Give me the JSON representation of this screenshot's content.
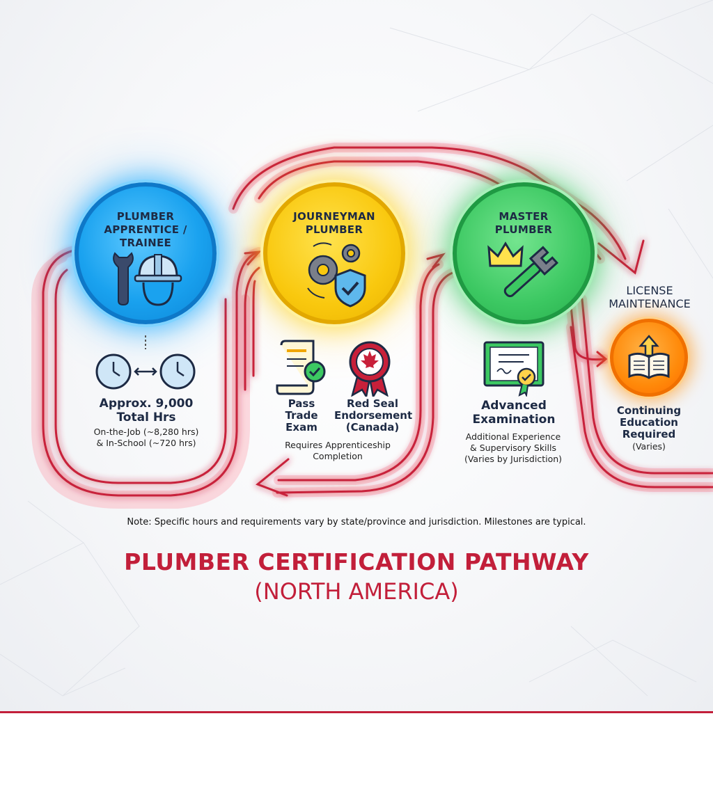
{
  "diagram": {
    "title": "PLUMBER CERTIFICATION PATHWAY",
    "subtitle": "(NORTH AMERICA)",
    "note": "Note: Specific hours and requirements vary by state/province and jurisdiction. Milestones are typical."
  },
  "stages": [
    {
      "title": "PLUMBER\nAPPRENTICE /\nTRAINEE",
      "color": "#1aa2ef",
      "icons": [
        "wrench-icon",
        "hard-hat-icon"
      ],
      "milestone": {
        "icon": "clock-pair-icon",
        "heading": "Approx. 9,000\nTotal Hrs",
        "detail": "On-the-Job (~8,280 hrs)\n& In-School (~720 hrs)"
      }
    },
    {
      "title": "JOURNEYMAN\nPLUMBER",
      "color": "#f9c80e",
      "icons": [
        "gears-icon",
        "shield-check-icon"
      ],
      "milestones": [
        {
          "icon": "scroll-check-icon",
          "heading": "Pass\nTrade\nExam"
        },
        {
          "icon": "maple-leaf-badge-icon",
          "heading": "Red Seal\nEndorsement\n(Canada)"
        }
      ],
      "detail": "Requires Apprenticeship\nCompletion"
    },
    {
      "title": "MASTER\nPLUMBER",
      "color": "#3cc862",
      "icons": [
        "crown-icon",
        "pipe-wrench-icon"
      ],
      "milestone": {
        "icon": "certificate-icon",
        "heading": "Advanced\nExamination",
        "detail": "Additional Experience\n& Supervisory Skills\n(Varies by Jurisdiction)"
      }
    },
    {
      "title": "LICENSE\nMAINTENANCE",
      "color": "#ff8a0a",
      "icons": [
        "book-upload-icon"
      ],
      "milestone": {
        "heading": "Continuing\nEducation\nRequired",
        "detail": "(Varies)"
      }
    }
  ],
  "colors": {
    "pipe": "#c8203a",
    "pipe_glow": "#ff6b7f",
    "title": "#c21f3a",
    "text": "#1d2a44"
  }
}
